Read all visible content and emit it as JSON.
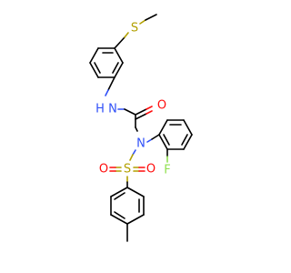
{
  "molecule": {
    "atom_labels": {
      "thioether_s": "S",
      "amide_nh": "N",
      "amide_h": "H",
      "carbonyl_o": "O",
      "sulfonamide_n": "N",
      "fluoro": "F",
      "sulfonyl_s": "S",
      "sulfonyl_o_left": "O",
      "sulfonyl_o_right": "O"
    }
  },
  "colors": {
    "carbon": "#000000",
    "nitrogen": "#3050f8",
    "oxygen": "#ff0d0d",
    "sulfur": "#b2a000",
    "fluorine": "#90e050"
  }
}
